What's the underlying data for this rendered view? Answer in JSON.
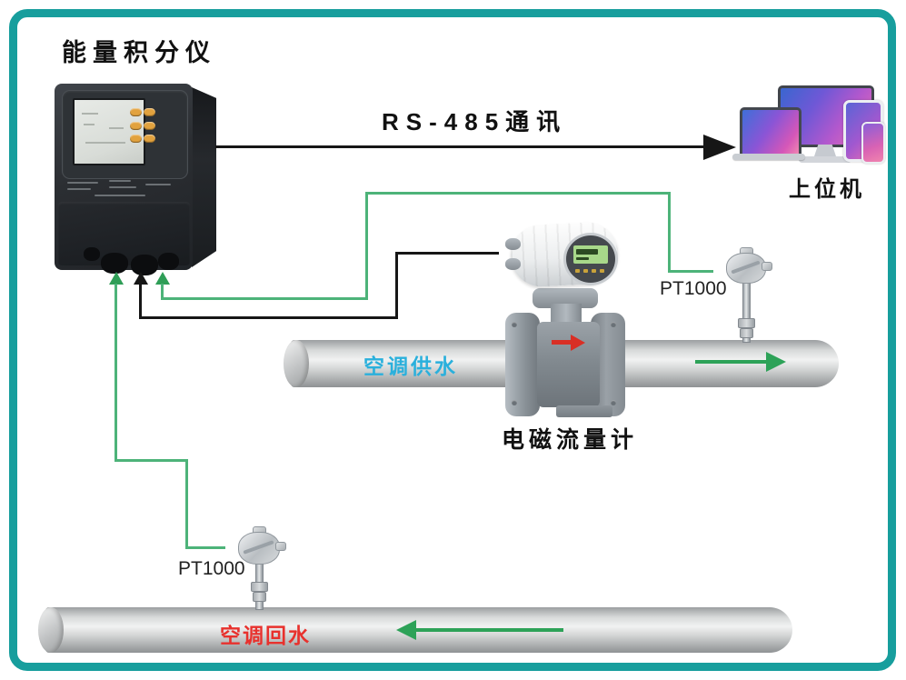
{
  "diagram": {
    "integrator_label": "能量积分仪",
    "rs485_label": "RS-485通讯",
    "host_label": "上位机",
    "flowmeter_label": "电磁流量计",
    "supply_pipe_label": "空调供水",
    "return_pipe_label": "空调回水",
    "supply_sensor_label": "PT1000",
    "return_sensor_label": "PT1000"
  },
  "colors": {
    "frame": "#179e9d",
    "wire_green": "#4db379",
    "arrow_green": "#2f9e57",
    "wire_black": "#161616",
    "flow_arrow": "#2da258",
    "supply_label": "#2ab0dc",
    "return_label": "#e8312d",
    "red_arrow": "#d92f25",
    "button_orange": "#e2a23e"
  }
}
